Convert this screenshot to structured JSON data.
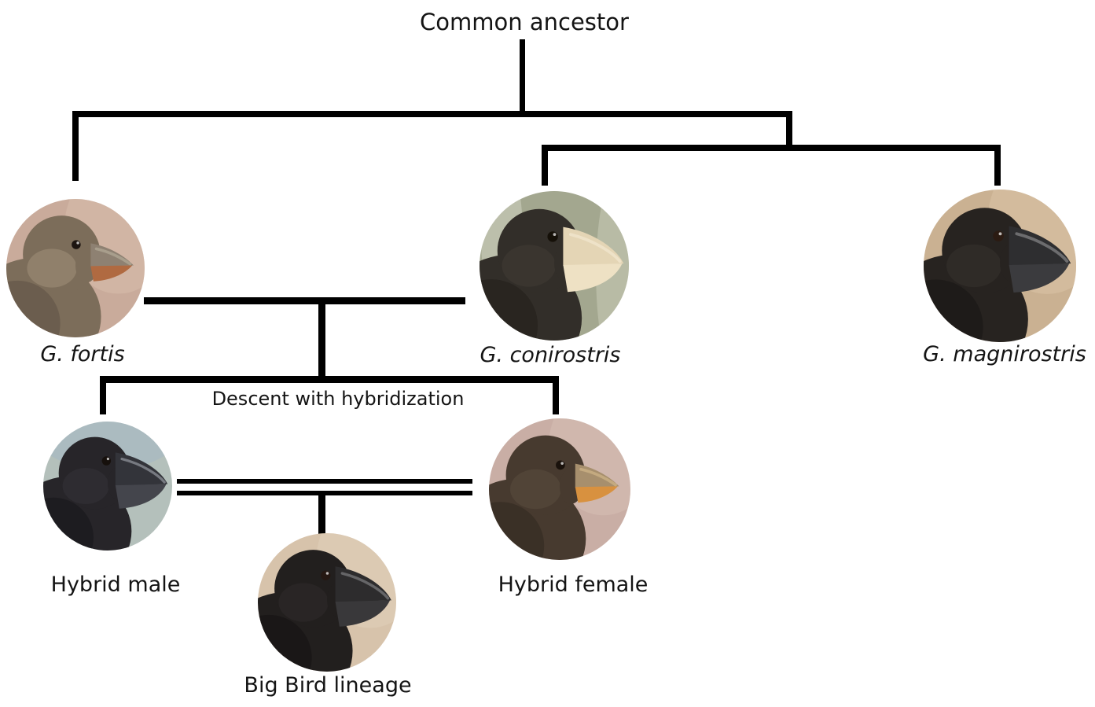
{
  "figure": {
    "background": "#ffffff",
    "line_color": "#000000",
    "text_color": "#141414"
  },
  "root": {
    "label": "Common ancestor"
  },
  "caption": {
    "label": "Descent with hybridization"
  },
  "nodes": [
    {
      "id": "g-fortis",
      "label": "G. fortis",
      "beak": "medium",
      "colors": {
        "background": "#c9ab9b",
        "background_accent": "#d9c0ae",
        "plumage": "#7c6d5a",
        "plumage_shadow": "#5a4e41",
        "plumage_highlight": "#cbbb9e",
        "beak_upper": "#8e8172",
        "beak_lower": "#b06a41",
        "beak_sheen": "#c7c0ae",
        "eye": "#1c1410"
      }
    },
    {
      "id": "g-conirostris",
      "label": "G. conirostris",
      "beak": "large",
      "colors": {
        "background": "#a3a78f",
        "background_accent": "#d2d4c2",
        "plumage": "#322e29",
        "plumage_shadow": "#1f1c18",
        "plumage_highlight": "#5a544c",
        "beak_upper": "#e4d5b5",
        "beak_lower": "#eee1c4",
        "beak_sheen": "#f7efdc",
        "eye": "#151008"
      }
    },
    {
      "id": "g-magnirostris",
      "label": "G. magnirostris",
      "beak": "large",
      "colors": {
        "background": "#cab192",
        "background_accent": "#dbc5a8",
        "plumage": "#272320",
        "plumage_shadow": "#151311",
        "plumage_highlight": "#504b46",
        "beak_upper": "#2e2e30",
        "beak_lower": "#3b3b3e",
        "beak_sheen": "#a9a9ab",
        "eye": "#2b1b12"
      }
    },
    {
      "id": "hybrid-male",
      "label": "Hybrid male",
      "beak": "large",
      "colors": {
        "background": "#b4c0bb",
        "background_accent": "#a2b5c5",
        "plumage": "#272529",
        "plumage_shadow": "#141317",
        "plumage_highlight": "#4c4a53",
        "beak_upper": "#33343a",
        "beak_lower": "#44454c",
        "beak_sheen": "#bcbfc7",
        "eye": "#16100c"
      }
    },
    {
      "id": "hybrid-female",
      "label": "Hybrid female",
      "beak": "medium",
      "colors": {
        "background": "#c9aea5",
        "background_accent": "#d8c0b5",
        "plumage": "#473a2f",
        "plumage_shadow": "#2e251d",
        "plumage_highlight": "#71624f",
        "beak_upper": "#a78f6d",
        "beak_lower": "#d8913f",
        "beak_sheen": "#e8cb97",
        "eye": "#1a120c"
      }
    },
    {
      "id": "big-bird",
      "label": "Big Bird lineage",
      "beak": "large",
      "colors": {
        "background": "#d7c3ab",
        "background_accent": "#e2d1bb",
        "plumage": "#221f1e",
        "plumage_shadow": "#111010",
        "plumage_highlight": "#474341",
        "beak_upper": "#2d2c2d",
        "beak_lower": "#39383a",
        "beak_sheen": "#9e9ea1",
        "eye": "#251712"
      }
    }
  ],
  "edges": [
    {
      "from": "common-ancestor",
      "to": "g-fortis",
      "type": "descent"
    },
    {
      "from": "common-ancestor",
      "to": "inner-clade",
      "type": "descent"
    },
    {
      "from": "inner-clade",
      "to": "g-conirostris",
      "type": "descent"
    },
    {
      "from": "inner-clade",
      "to": "g-magnirostris",
      "type": "descent"
    },
    {
      "from": "g-fortis + g-conirostris",
      "to": "hybrid-male",
      "type": "hybridization"
    },
    {
      "from": "g-fortis + g-conirostris",
      "to": "hybrid-female",
      "type": "hybridization"
    },
    {
      "from": "hybrid-male + hybrid-female",
      "to": "big-bird",
      "type": "mating"
    }
  ]
}
